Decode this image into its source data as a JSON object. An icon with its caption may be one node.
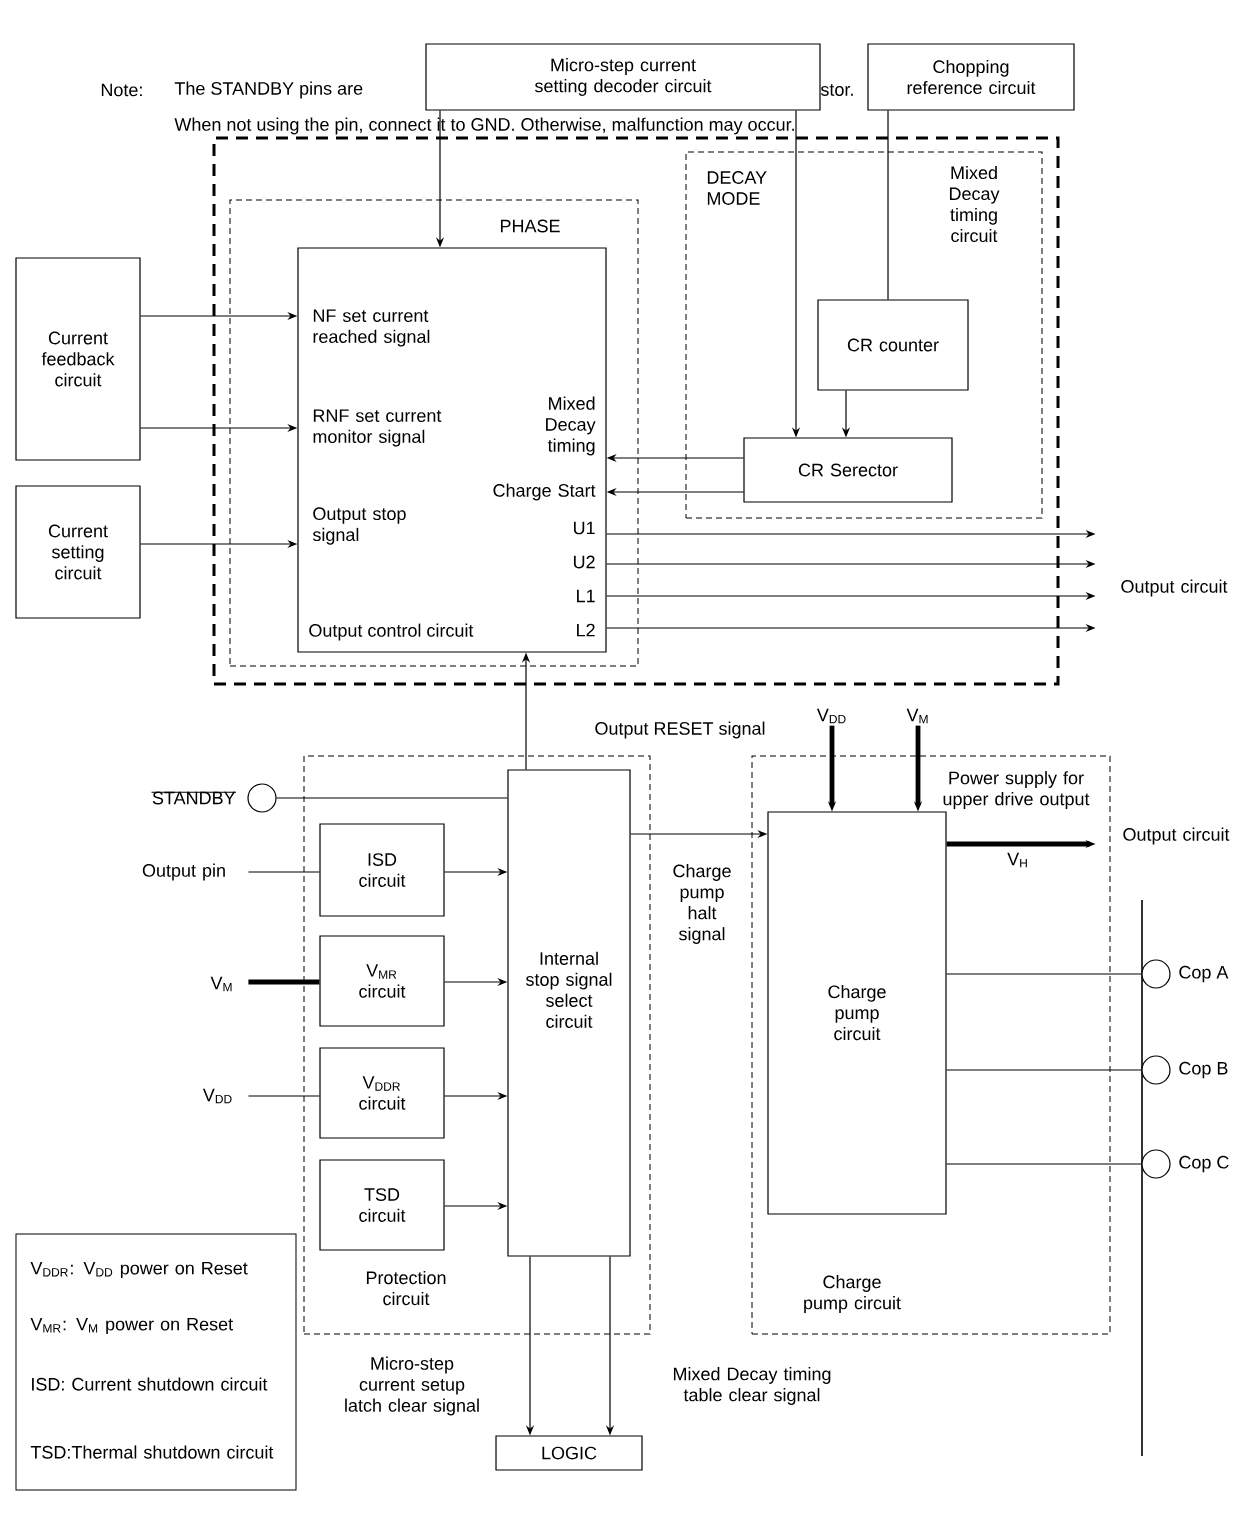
{
  "diagram": {
    "nodes": [
      {
        "text": [
          "Micro-step current setting decoder circuit"
        ]
      },
      {
        "text": [
          "Chopping reference circuit"
        ]
      },
      {
        "text": [],
        "shape": "box"
      },
      {
        "text": [
          "PHASE"
        ],
        "in": 2
      },
      {
        "text": [
          "NF set current reached signal",
          "RNF set current monitor signal",
          "Output stop signal",
          "Mixed Decay timing",
          "Charge Start",
          "U1",
          "U2",
          "L1",
          "L2",
          "Output control circuit"
        ],
        "in": 3
      },
      {
        "text": [
          "DECAY MODE",
          "Mixed Decay timing circuit"
        ],
        "in": 2
      },
      {
        "text": [
          "CR counter"
        ],
        "in": 5
      },
      {
        "text": [
          "CR Serector"
        ],
        "in": 5
      },
      {
        "text": [
          "Current feedback circuit"
        ]
      },
      {
        "text": [
          "Current setting circuit"
        ]
      },
      {
        "text": [
          "Output circuit"
        ]
      },
      {
        "text": [
          "Protection circuit"
        ]
      },
      {
        "text": [
          "ISD circuit"
        ],
        "in": 11
      },
      {
        "text": [
          "V$_{MR}$ circuit"
        ],
        "in": 11
      },
      {
        "text": [
          "V$_{DDR}$ circuit"
        ],
        "in": 11
      },
      {
        "text": [
          "TSD circuit"
        ],
        "in": 11
      },
      {
        "text": [
          "Internal stop signal select circuit"
        ],
        "in": 11
      },
      {
        "text": [],
        "shape": "circle",
        "beside": [
          "STANDBY"
        ]
      },
      {
        "text": [
          "Output pin"
        ]
      },
      {
        "text": [
          "V$_{M}$"
        ]
      },
      {
        "text": [
          "V$_{DD}$"
        ]
      },
      {
        "text": [
          "LOGIC"
        ]
      },
      {
        "text": [
          "Charge pump circuit"
        ]
      },
      {
        "text": [
          "Charge pump circuit"
        ],
        "in": 22
      },
      {
        "text": [
          "V$_{DD}$"
        ]
      },
      {
        "text": [
          "V$_{M}$"
        ]
      },
      {
        "text": [
          "Output circuit"
        ]
      },
      {
        "text": [],
        "shape": "circle",
        "beside": [
          "Cop A"
        ]
      },
      {
        "text": [],
        "shape": "circle",
        "beside": [
          "Cop B"
        ]
      },
      {
        "text": [],
        "shape": "circle",
        "beside": [
          "Cop C"
        ]
      }
    ],
    "edges": [
      {
        "from": 0,
        "to": 4,
        "arrow": "to"
      },
      {
        "from": 0,
        "to": 7,
        "arrow": "to"
      },
      {
        "from": 1,
        "to": 6,
        "arrow": "none"
      },
      {
        "from": 6,
        "to": 7,
        "arrow": "to"
      },
      {
        "from": 7,
        "to": 4,
        "arrow": "to"
      },
      {
        "from": 7,
        "to": 4,
        "arrow": "to"
      },
      {
        "from": 8,
        "to": 4,
        "arrow": "to"
      },
      {
        "from": 8,
        "to": 4,
        "arrow": "to"
      },
      {
        "from": 9,
        "to": 4,
        "arrow": "to"
      },
      {
        "from": 4,
        "to": 10,
        "arrow": "to"
      },
      {
        "from": 4,
        "to": 10,
        "arrow": "to"
      },
      {
        "from": 4,
        "to": 10,
        "arrow": "to"
      },
      {
        "from": 4,
        "to": 10,
        "arrow": "to"
      },
      {
        "from": 16,
        "to": 4,
        "arrow": "to",
        "label": "Output RESET signal"
      },
      {
        "from": 17,
        "to": 16,
        "arrow": "none"
      },
      {
        "from": 18,
        "to": 12,
        "arrow": "none"
      },
      {
        "from": 19,
        "to": 13,
        "arrow": "none",
        "style": "thick"
      },
      {
        "from": 20,
        "to": 14,
        "arrow": "none"
      },
      {
        "from": 12,
        "to": 16,
        "arrow": "to"
      },
      {
        "from": 13,
        "to": 16,
        "arrow": "to"
      },
      {
        "from": 14,
        "to": 16,
        "arrow": "to"
      },
      {
        "from": 15,
        "to": 16,
        "arrow": "to"
      },
      {
        "from": 16,
        "to": 21,
        "arrow": "to",
        "label": "Micro-step current setup latch clear signal"
      },
      {
        "from": 16,
        "to": 21,
        "arrow": "to",
        "label": "Mixed Decay timing table clear signal"
      },
      {
        "from": 16,
        "to": 23,
        "arrow": "to",
        "label": "Charge pump halt signal"
      },
      {
        "from": 24,
        "to": 23,
        "arrow": "to",
        "style": "thick"
      },
      {
        "from": 25,
        "to": 23,
        "arrow": "to",
        "style": "thick"
      },
      {
        "from": 23,
        "to": 26,
        "arrow": "to",
        "style": "thick",
        "label": "V$_{H}$"
      },
      {
        "from": 23,
        "to": 27,
        "arrow": "none"
      },
      {
        "from": 23,
        "to": 28,
        "arrow": "none"
      },
      {
        "from": 23,
        "to": 29,
        "arrow": "none"
      }
    ],
    "labels": [
      "Note:",
      "The STANDBY pins are",
      "stor.",
      "When not using the pin, connect it to GND. Otherwise, malfunction may occur.",
      "Power supply for upper drive output",
      "V$_{DDR}$: V$_{DD}$ power on Reset",
      "V$_{MR}$: V$_{M}$ power on Reset",
      "ISD: Current shutdown circuit",
      "TSD:Thermal shutdown circuit"
    ]
  }
}
